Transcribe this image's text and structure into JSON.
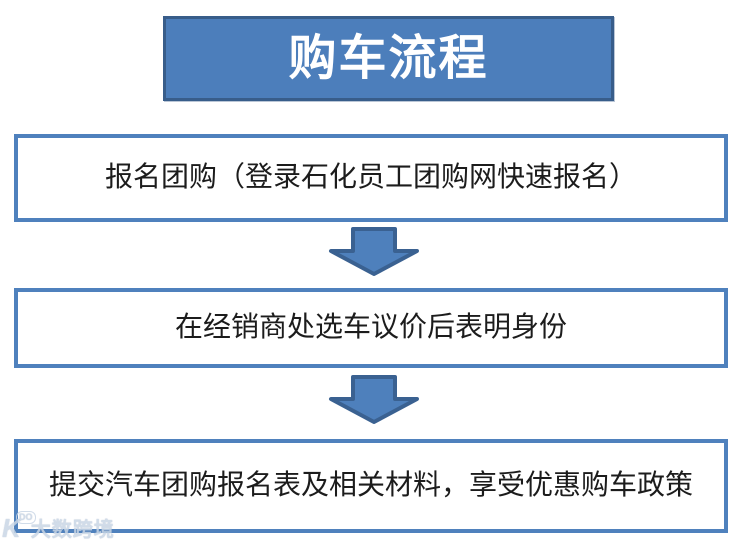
{
  "title": {
    "label": "购车流程"
  },
  "flow": {
    "steps": [
      {
        "label": "报名团购（登录石化员工团购网快速报名）"
      },
      {
        "label": "在经销商处选车议价后表明身份"
      },
      {
        "label": "提交汽车团购报名表及相关材料，享受优惠购车政策"
      }
    ]
  },
  "watermark": {
    "logo_text": "K",
    "logo_sup": "DO",
    "label": "大数跨境"
  },
  "colors": {
    "title_fill": "#4C7EBB",
    "title_border": "#385D8A",
    "title_text": "#FFFFFF",
    "step_border": "#4F81BD",
    "step_fill": "#FFFFFF",
    "step_text": "#1C1C1C",
    "arrow_fill": "#4E80BC",
    "arrow_border": "#3A6191",
    "watermark": "#C9D6E6",
    "canvas_bg": "#FFFFFF"
  }
}
